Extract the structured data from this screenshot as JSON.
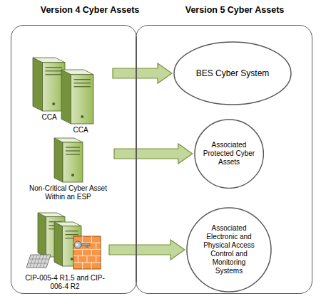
{
  "diagram": {
    "nodes": [
      {
        "text": [
          "Version 4 Cyber Assets"
        ]
      },
      {
        "text": [
          "CCA",
          "CCA"
        ],
        "in": 0
      },
      {
        "text": [
          "Non-Critical Cyber Asset Within an ESP"
        ],
        "in": 0
      },
      {
        "text": [
          "CIP-005-4 R1.5 and CIP-006-4 R2"
        ],
        "in": 0
      },
      {
        "text": [
          "Version 5 Cyber Assets"
        ]
      },
      {
        "text": [
          "BES Cyber System"
        ],
        "in": 4
      },
      {
        "text": [
          "Associated Protected Cyber Assets"
        ],
        "in": 4
      },
      {
        "text": [
          "Associated Electronic and Physical Access Control and Monitoring Systems"
        ],
        "in": 4
      }
    ],
    "edges": [
      {
        "from": 1,
        "to": 5,
        "arrow": "to"
      },
      {
        "from": 2,
        "to": 6,
        "arrow": "to"
      },
      {
        "from": 3,
        "to": 7,
        "arrow": "to"
      }
    ]
  }
}
